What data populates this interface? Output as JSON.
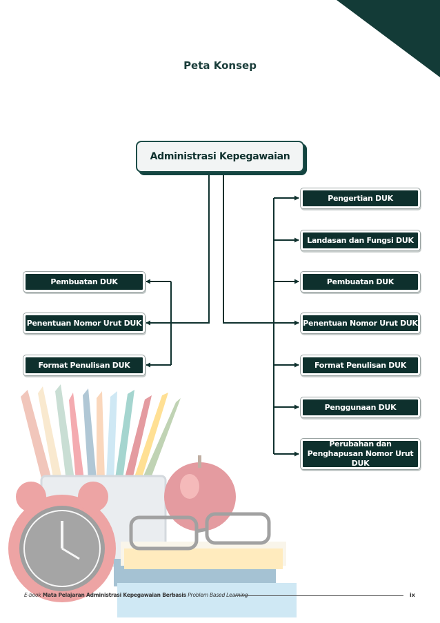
{
  "page_title": "Peta Konsep",
  "main_node": "Administrasi Kepegawaian",
  "left_nodes": [
    "Pembuatan DUK",
    "Penentuan Nomor Urut DUK",
    "Format Penulisan DUK"
  ],
  "right_nodes": [
    "Pengertian DUK",
    "Landasan dan Fungsi DUK",
    "Pembuatan DUK",
    "Penentuan Nomor Urut DUK",
    "Format Penulisan DUK",
    "Penggunaan DUK",
    "Perubahan dan Penghapusan Nomor Urut DUK"
  ],
  "footer": {
    "prefix": "E-book",
    "bold": "Mata Pelajaran Administrasi Kepegawaian Berbasis",
    "italic": "Problem Based Learning",
    "page": "ix"
  },
  "colors": {
    "node_fill": "#0e302d",
    "corner": "#133b37",
    "line": "#0e302d"
  }
}
